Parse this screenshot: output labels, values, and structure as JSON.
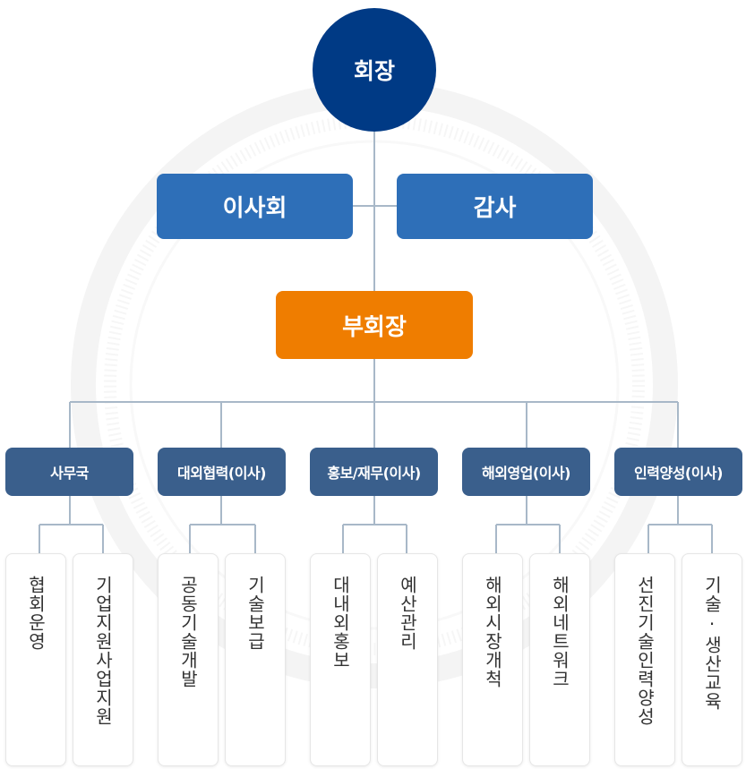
{
  "chart": {
    "top": "회장",
    "second_row": [
      "이사회",
      "감사"
    ],
    "vice": "부회장",
    "departments": [
      {
        "name": "사무국",
        "tasks": [
          "협회운영",
          "기업지원사업지원"
        ]
      },
      {
        "name": "대외협력(이사)",
        "tasks": [
          "공동기술개발",
          "기술보급"
        ]
      },
      {
        "name": "홍보/재무(이사)",
        "tasks": [
          "대내외홍보",
          "예산관리"
        ]
      },
      {
        "name": "해외영업(이사)",
        "tasks": [
          "해외시장개척",
          "해외네트워크"
        ]
      },
      {
        "name": "인력양성(이사)",
        "tasks": [
          "선진기술인력양성",
          "기술·생산교육"
        ]
      }
    ]
  },
  "colors": {
    "ceo": "#003a85",
    "board": "#2e6fb8",
    "vice": "#ef7d00",
    "department": "#3a5f8c",
    "connector": "#a8b8c8"
  }
}
